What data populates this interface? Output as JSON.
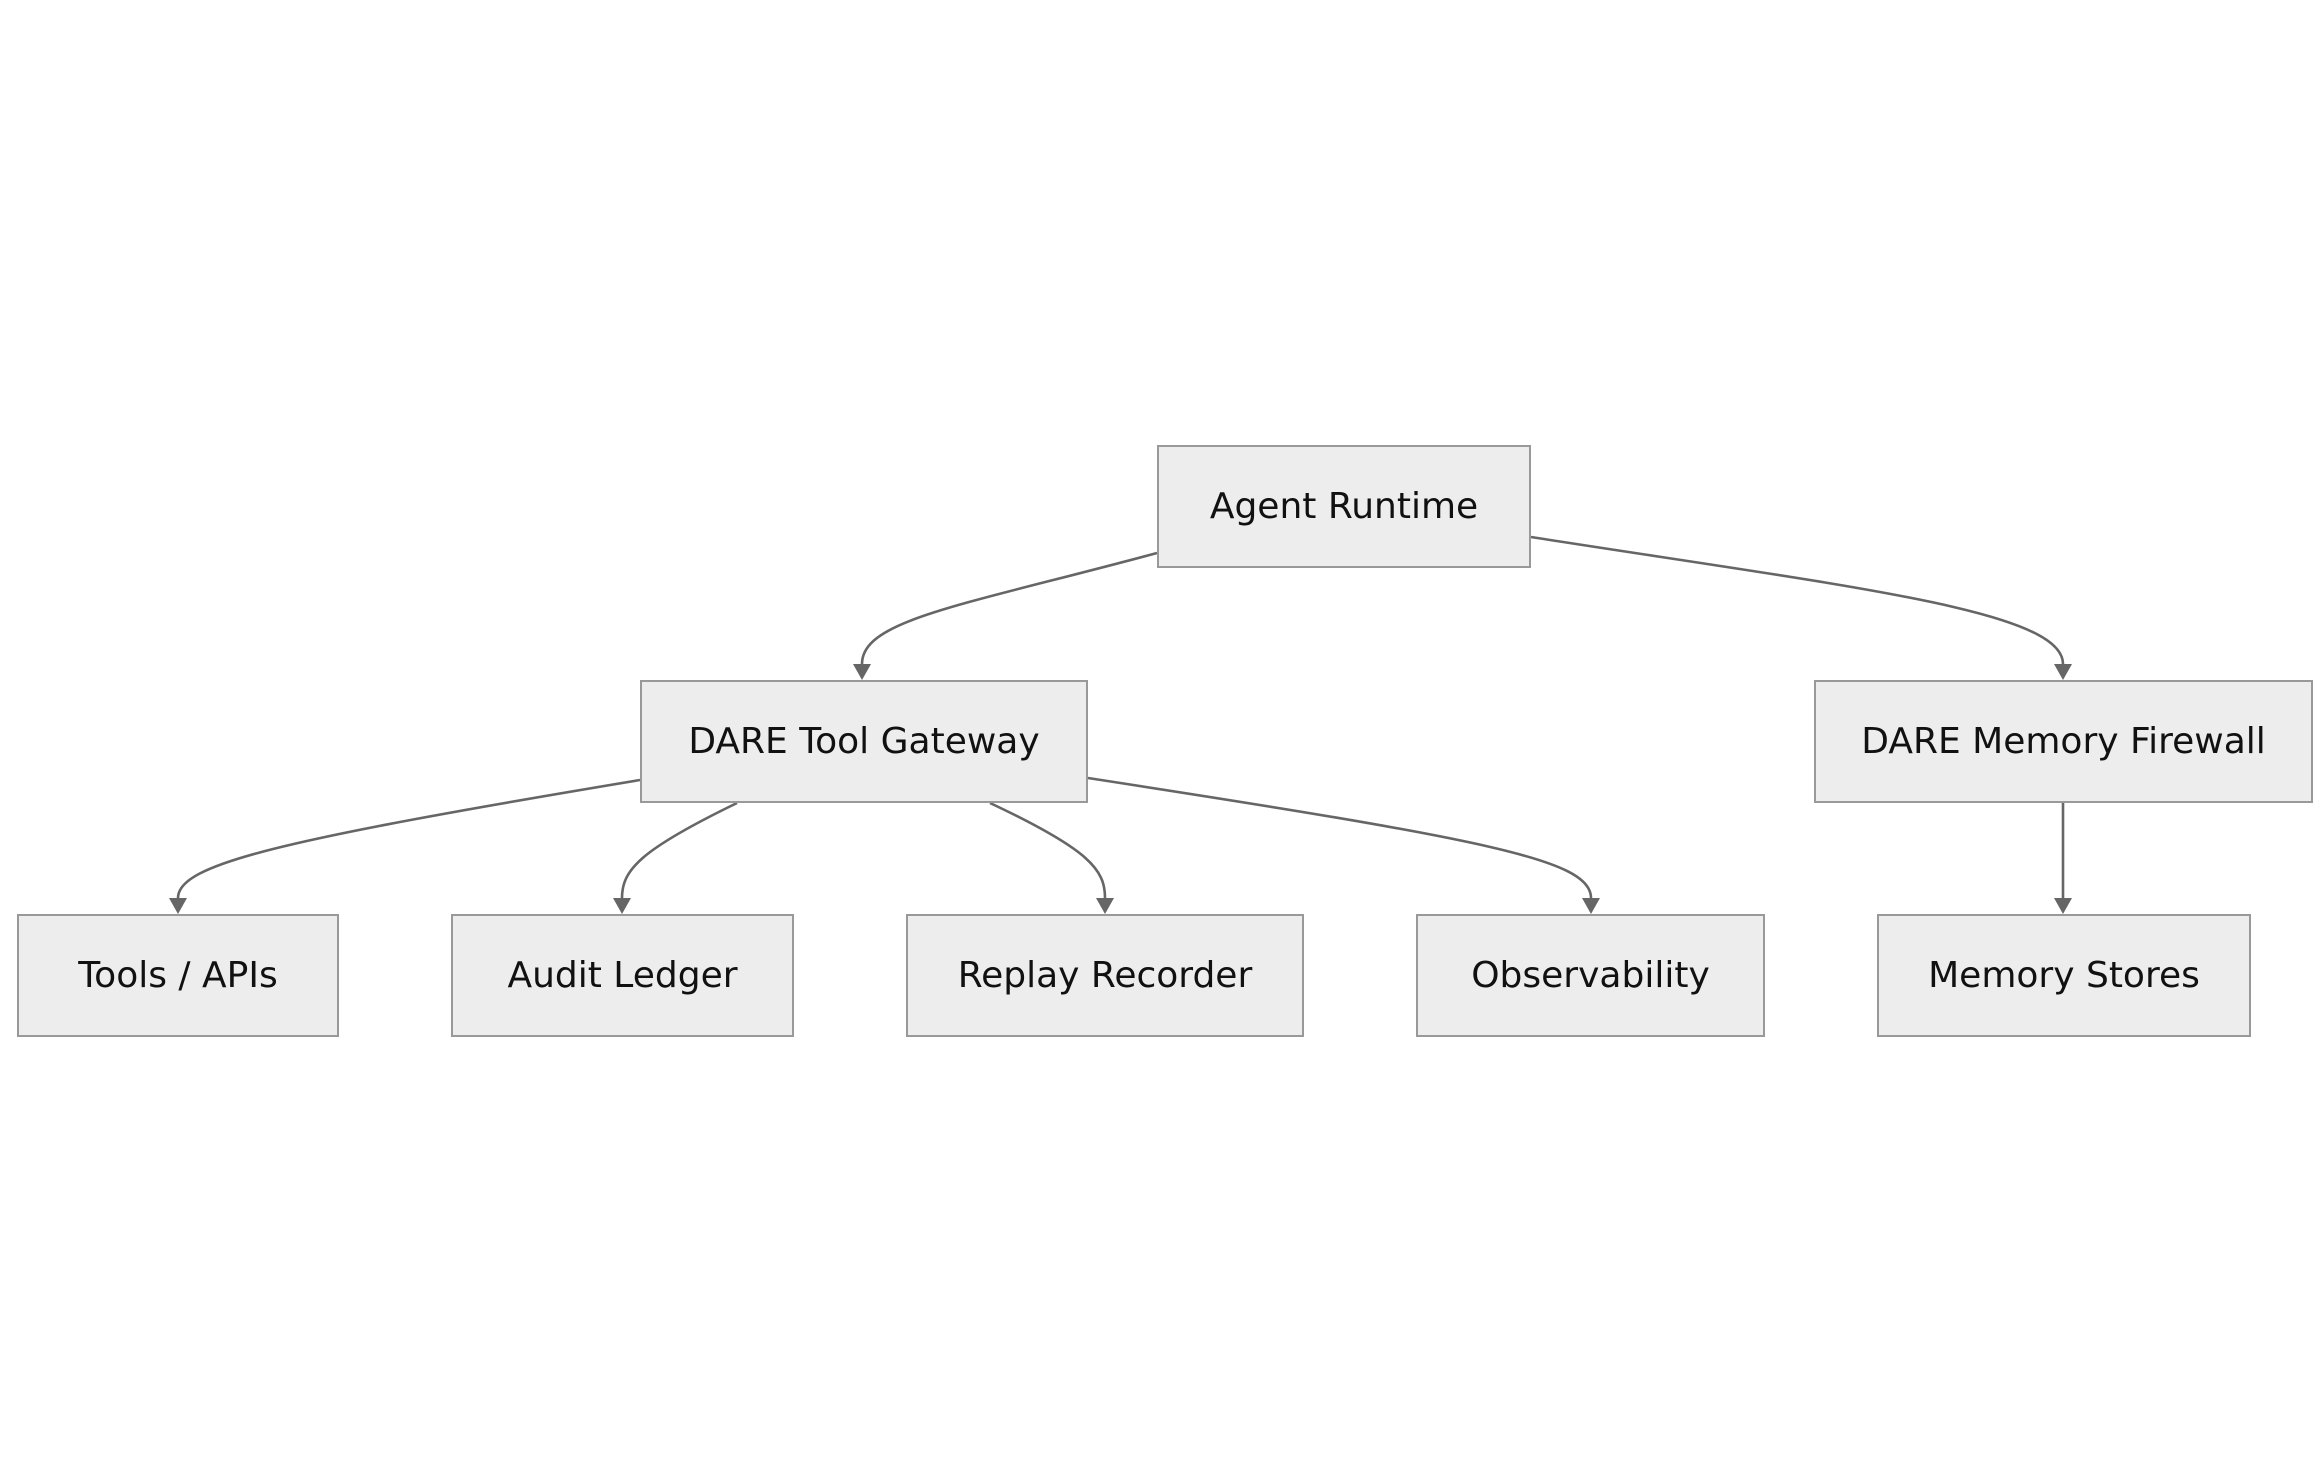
{
  "diagram": {
    "type": "flowchart",
    "direction": "top-down",
    "colors": {
      "node_fill": "#ededed",
      "node_border": "#999999",
      "edge": "#666666",
      "text": "#111111",
      "background": "#ffffff"
    },
    "nodes": {
      "agent_runtime": "Agent Runtime",
      "tool_gateway": "DARE Tool Gateway",
      "memory_firewall": "DARE Memory Firewall",
      "tools_apis": "Tools / APIs",
      "audit_ledger": "Audit Ledger",
      "replay_recorder": "Replay Recorder",
      "observability": "Observability",
      "memory_stores": "Memory Stores"
    },
    "edges": [
      {
        "from": "agent_runtime",
        "to": "tool_gateway"
      },
      {
        "from": "agent_runtime",
        "to": "memory_firewall"
      },
      {
        "from": "tool_gateway",
        "to": "tools_apis"
      },
      {
        "from": "tool_gateway",
        "to": "audit_ledger"
      },
      {
        "from": "tool_gateway",
        "to": "replay_recorder"
      },
      {
        "from": "tool_gateway",
        "to": "observability"
      },
      {
        "from": "memory_firewall",
        "to": "memory_stores"
      }
    ]
  }
}
